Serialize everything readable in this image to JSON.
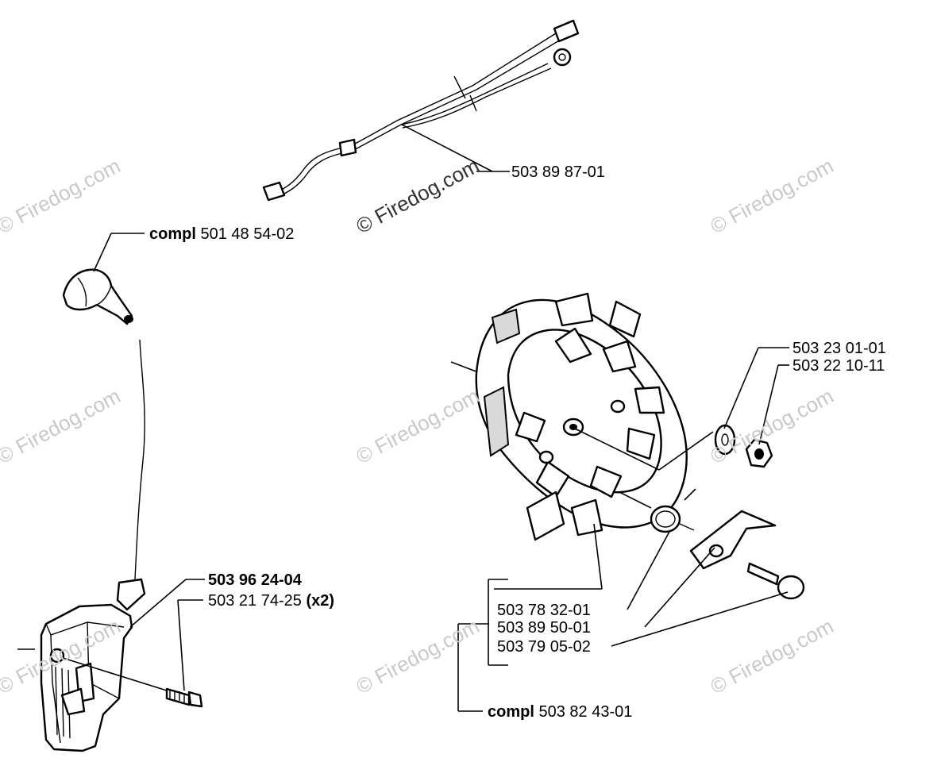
{
  "labels": {
    "wire_harness": "503 89 87-01",
    "spark_cap_bold": "compl",
    "spark_cap_num": "501 48 54-02",
    "ignition_module": "503 96 24-04",
    "screw_num": "503 21 74-25",
    "screw_qty": "(x2)",
    "washer": "503 23 01-01",
    "nut": "503 22 10-11",
    "flywheel": "503 78 32-01",
    "spring": "503 89 50-01",
    "pawl": "503 79 05-02",
    "flywheel_compl_bold": "compl",
    "flywheel_compl_num": "503 82 43-01"
  },
  "watermark": {
    "text": "© Firedog.com"
  }
}
